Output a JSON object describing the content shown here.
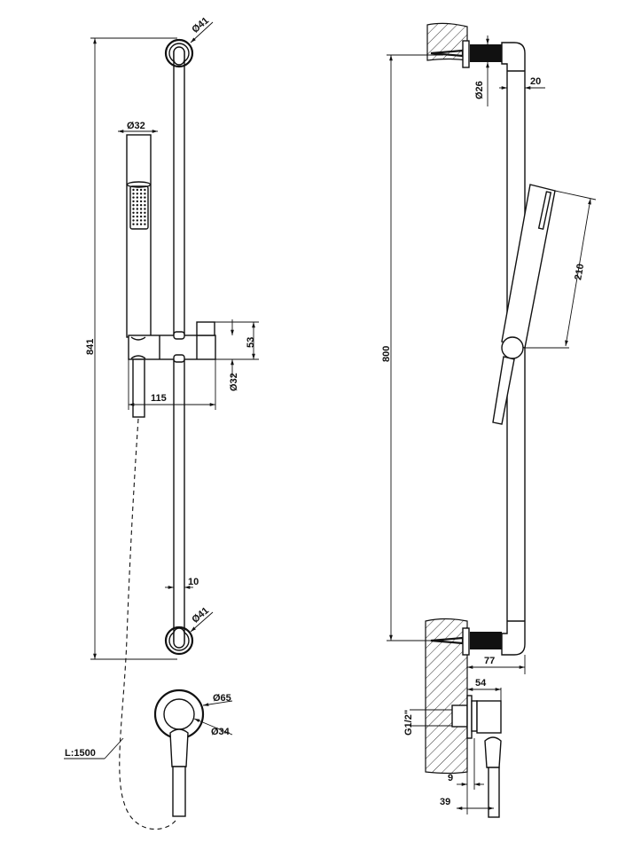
{
  "front_view": {
    "dims": {
      "top_bracket_dia": "Ø41",
      "handshower_dia": "Ø32",
      "total_height": "841",
      "holder_height": "53",
      "holder_dia": "Ø32",
      "holder_projection": "115",
      "rail_width": "10",
      "bottom_bracket_dia": "Ø41",
      "outlet_dia_outer": "Ø65",
      "outlet_dia_inner": "Ø34",
      "hose_length": "L:1500"
    }
  },
  "side_view": {
    "dims": {
      "fixing_dia": "Ø26",
      "rail_depth": "20",
      "centres": "800",
      "handshower_length": "210",
      "wall_projection": "77",
      "outlet_projection": "54",
      "thread": "G1/2\"",
      "plate_thickness": "9",
      "hose_offset": "39"
    }
  }
}
